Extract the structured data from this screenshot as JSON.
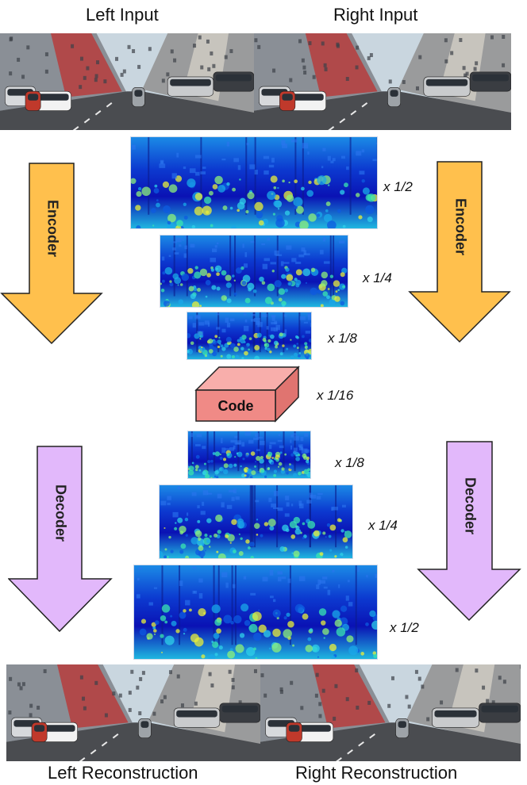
{
  "titles": {
    "left_input": "Left Input",
    "right_input": "Right Input",
    "left_reconstruction": "Left Reconstruction",
    "right_reconstruction": "Right Reconstruction"
  },
  "arrows": {
    "encoder": "Encoder",
    "decoder": "Decoder"
  },
  "code_block": {
    "label": "Code"
  },
  "scales": {
    "enc_1": "x 1/2",
    "enc_2": "x 1/4",
    "enc_3": "x 1/8",
    "code": "x 1/16",
    "dec_1": "x 1/8",
    "dec_2": "x 1/4",
    "dec_3": "x 1/2"
  },
  "colors": {
    "encoder_arrow": "#FFC04D",
    "decoder_arrow": "#E2B8FB",
    "code_block": "#F08A86",
    "depth_low": "#0A10B0",
    "depth_mid": "#1AA8E8",
    "depth_high": "#F0E020"
  }
}
